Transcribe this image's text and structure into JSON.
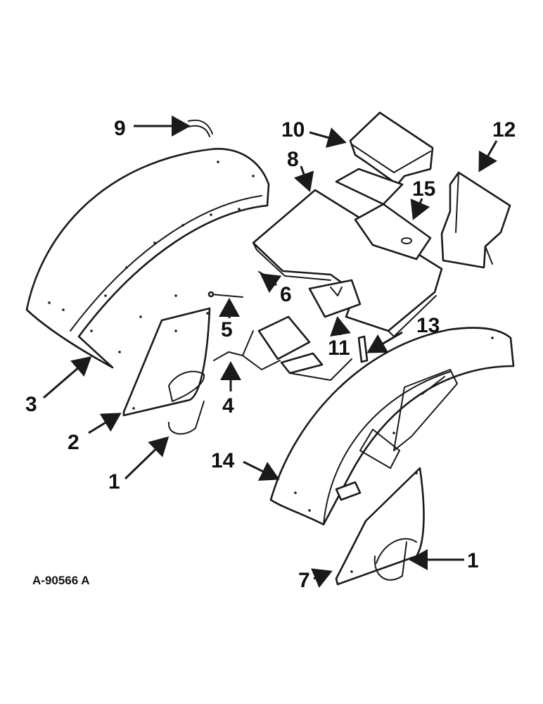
{
  "drawing_code": "A-90566 A",
  "callouts": {
    "c1a": "1",
    "c1b": "1",
    "c2": "2",
    "c3": "3",
    "c4": "4",
    "c5": "5",
    "c6": "6",
    "c7": "7",
    "c8": "8",
    "c9": "9",
    "c10": "10",
    "c11": "11",
    "c12": "12",
    "c13": "13",
    "c14": "14",
    "c15": "15"
  },
  "colors": {
    "ink": "#1a1a1a",
    "paper": "#ffffff"
  }
}
